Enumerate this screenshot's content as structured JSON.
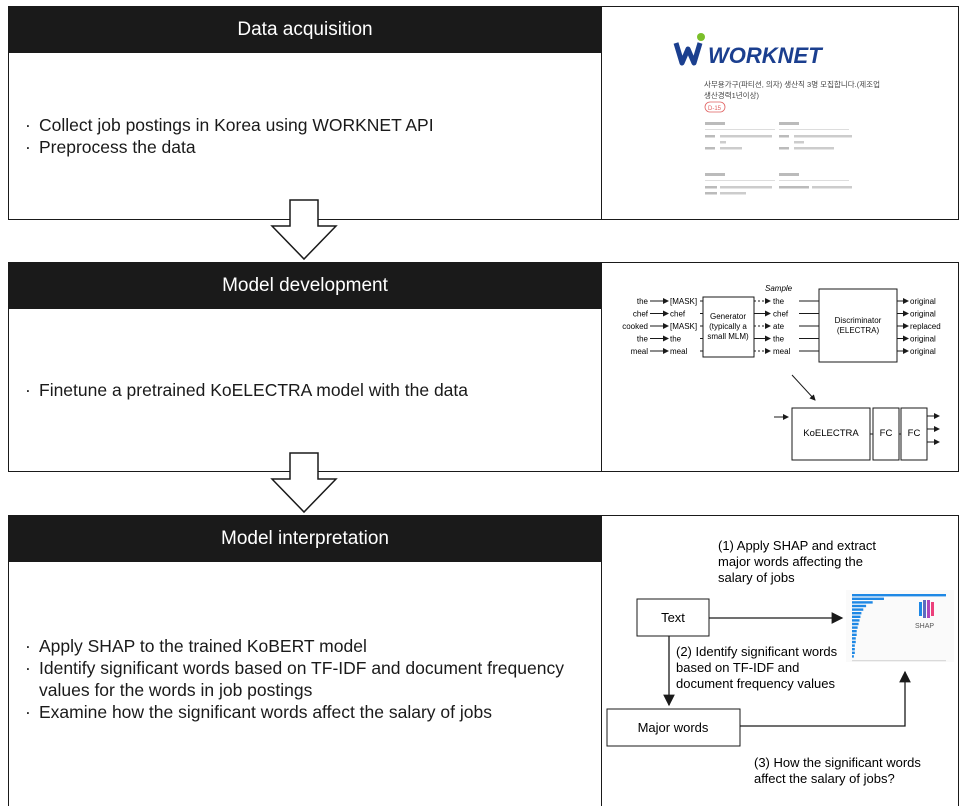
{
  "stages": [
    {
      "title": "Data acquisition",
      "bullets": [
        "Collect job postings in Korea using WORKNET API",
        "Preprocess the data"
      ]
    },
    {
      "title": "Model development",
      "bullets": [
        "Finetune a pretrained KoELECTRA model with the data"
      ]
    },
    {
      "title": "Model interpretation",
      "bullets": [
        "Apply SHAP to the trained KoBERT model",
        "Identify significant words based on TF-IDF and document frequency values for the words in job postings",
        "Examine how the significant words affect the salary of jobs"
      ]
    }
  ],
  "worknet": {
    "logo": "WORKNET",
    "job_title_line1": "사무용가구(파티션, 의자) 생산직 3명 모집합니다.(제조업",
    "job_title_line2": "생산경력1년이상)",
    "badge": "D-15"
  },
  "electra": {
    "sample_label": "Sample",
    "inputs": [
      "the",
      "chef",
      "cooked",
      "the",
      "meal"
    ],
    "masked": [
      "[MASK]",
      "chef",
      "[MASK]",
      "the",
      "meal"
    ],
    "generator_lines": [
      "Generator",
      "(typically a",
      "small MLM)"
    ],
    "generated": [
      "the",
      "chef",
      "ate",
      "the",
      "meal"
    ],
    "discriminator_lines": [
      "Discriminator",
      "(ELECTRA)"
    ],
    "outputs": [
      "original",
      "original",
      "replaced",
      "original",
      "original"
    ],
    "model_block": "KoELECTRA",
    "fc_label": "FC"
  },
  "shap_panel": {
    "step1_lines": [
      "(1) Apply SHAP and extract",
      "major words affecting the",
      "salary of jobs"
    ],
    "text_box": "Text",
    "step2_lines": [
      "(2) Identify significant words",
      "based on TF-IDF and",
      "document frequency values"
    ],
    "major_words_box": "Major words",
    "step3_lines": [
      "(3) How the significant words",
      "affect the salary of jobs?"
    ],
    "shap_logo": "SHAP",
    "bar_values": [
      1.0,
      0.34,
      0.22,
      0.15,
      0.12,
      0.1,
      0.09,
      0.08,
      0.07,
      0.06,
      0.05,
      0.05,
      0.04,
      0.04,
      0.03,
      0.03,
      0.03,
      0.02
    ]
  },
  "colors": {
    "header_bg": "#1a1a1a",
    "worknet_blue": "#1b3f8f",
    "worknet_green": "#7bbf2a",
    "shap_bar": "#1e88e5"
  }
}
